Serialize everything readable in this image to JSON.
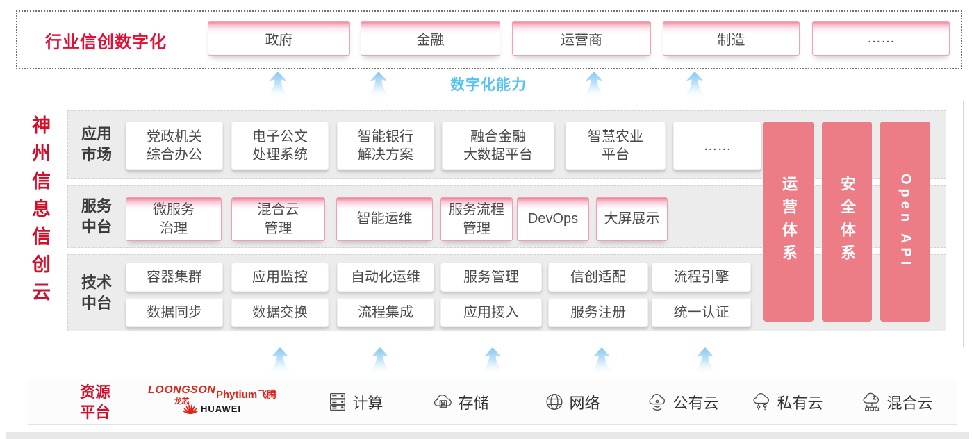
{
  "colors": {
    "accent_red": "#d0112b",
    "banner_red": "#df1034",
    "pink_bar": "#ec7d86",
    "capability_blue": "#54c3f1"
  },
  "top_banner": {
    "title": "行业信创数字化",
    "industries": [
      "政府",
      "金融",
      "运营商",
      "制造",
      "……"
    ]
  },
  "capability_label": "数字化能力",
  "main": {
    "vertical_title": "神州信息信创云",
    "app_row": {
      "label": "应用\n市场",
      "items": [
        "党政机关\n综合办公",
        "电子公文\n处理系统",
        "智能银行\n解决方案",
        "融合金融\n大数据平台",
        "智慧农业\n平台",
        "……"
      ]
    },
    "service_row": {
      "label": "服务\n中台",
      "items": [
        "微服务\n治理",
        "混合云\n管理",
        "智能运维",
        "服务流程\n管理",
        "DevOps",
        "大屏展示"
      ]
    },
    "tech_row": {
      "label": "技术\n中台",
      "items_top": [
        "容器集群",
        "应用监控",
        "自动化运维",
        "服务管理",
        "信创适配",
        "流程引擎"
      ],
      "items_bottom": [
        "数据同步",
        "数据交换",
        "流程集成",
        "应用接入",
        "服务注册",
        "统一认证"
      ]
    },
    "pillars": [
      "运营体系",
      "安全体系",
      "Open API"
    ]
  },
  "resources": {
    "label": "资源\n平台",
    "vendors": {
      "loongson": "LOONGSON",
      "loongson_cn": "龙芯",
      "phytium": "Phytium",
      "phytium_cn": "飞腾",
      "huawei": "HUAWEI"
    },
    "items": [
      "计算",
      "存储",
      "网络",
      "公有云",
      "私有云",
      "混合云"
    ]
  }
}
